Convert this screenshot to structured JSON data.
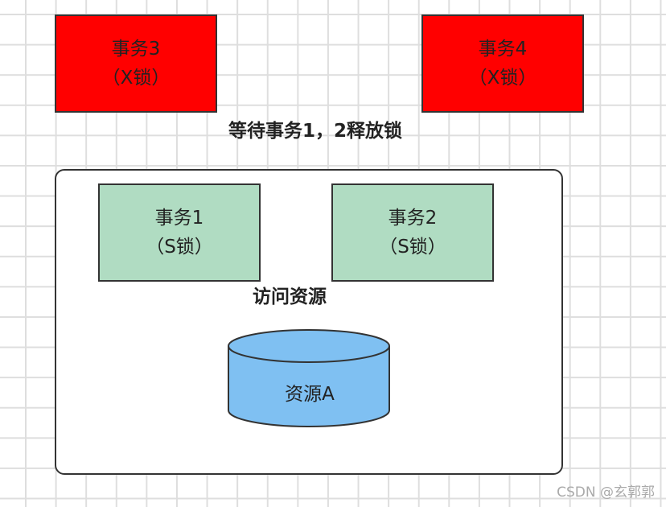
{
  "tx3": {
    "title": "事务3",
    "lock": "（X锁）"
  },
  "tx4": {
    "title": "事务4",
    "lock": "（X锁）"
  },
  "wait_label": "等待事务1，2释放锁",
  "tx1": {
    "title": "事务1",
    "lock": "（S锁）"
  },
  "tx2": {
    "title": "事务2",
    "lock": "（S锁）"
  },
  "access_label": "访问资源",
  "resource": "资源A",
  "watermark": "CSDN @玄郭郭",
  "colors": {
    "x_lock": "#ff0000",
    "s_lock": "#b0dcc2",
    "resource": "#7fc0f2"
  }
}
